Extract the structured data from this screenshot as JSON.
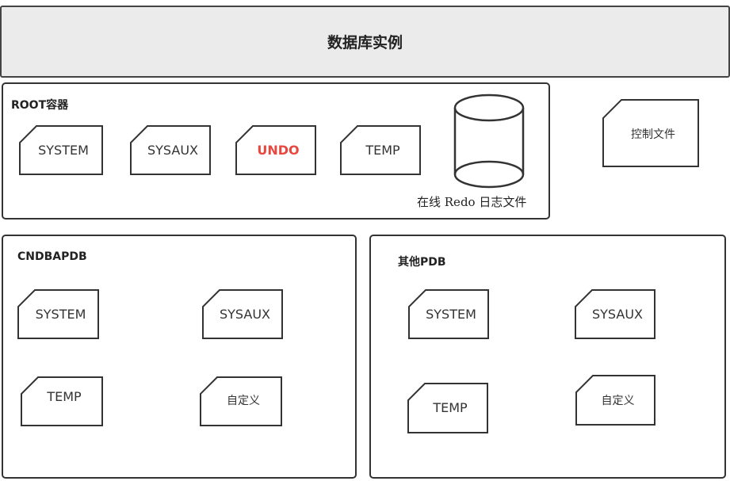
{
  "instance": {
    "title": "数据库实例"
  },
  "root": {
    "title": "ROOT容器",
    "files": [
      "SYSTEM",
      "SYSAUX",
      "UNDO",
      "TEMP"
    ],
    "redo_caption": "在线 Redo 日志文件"
  },
  "control_file": {
    "label": "控制文件"
  },
  "cndbapdb": {
    "title": "CNDBAPDB",
    "files": [
      "SYSTEM",
      "SYSAUX",
      "TEMP",
      "自定义"
    ]
  },
  "other_pdb": {
    "title": "其他PDB",
    "files": [
      "SYSTEM",
      "SYSAUX",
      "TEMP",
      "自定义"
    ]
  },
  "colors": {
    "undo": "#e8473f",
    "border": "#333333",
    "header_bg": "#ebebeb"
  }
}
